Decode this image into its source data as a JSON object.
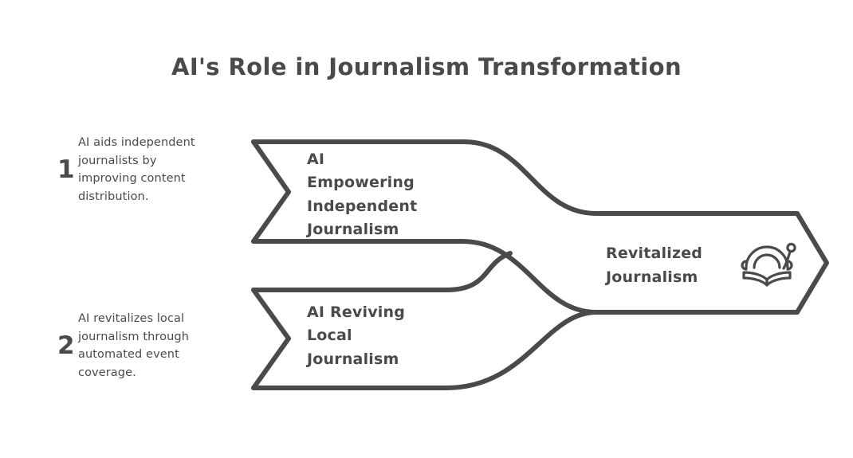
{
  "page": {
    "title": "AI's Role in Journalism Transformation",
    "background_color": "#ffffff",
    "stroke_color": "#4a4a4a",
    "text_color": "#4a4a4a"
  },
  "steps": [
    {
      "number": "1",
      "description": "AI aids independent journalists by improving content distribution.",
      "band_label": "AI\nEmpowering\nIndependent\nJournalism"
    },
    {
      "number": "2",
      "description": "AI revitalizes local journalism through automated event coverage.",
      "band_label": "AI Reviving\nLocal\nJournalism"
    }
  ],
  "outcome": {
    "label": "Revitalized\nJournalism",
    "icon": "open-book-broadcast-icon"
  }
}
